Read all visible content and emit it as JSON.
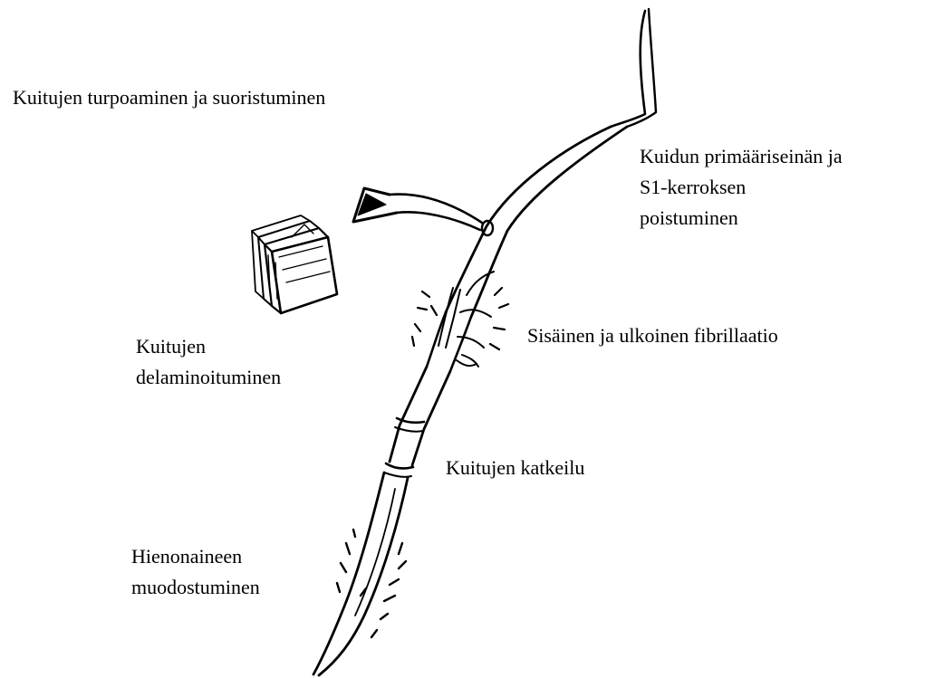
{
  "labels": {
    "swelling": "Kuitujen turpoaminen ja suoristuminen",
    "primary_wall": [
      "Kuidun primääriseinän ja",
      "S1-kerroksen",
      "poistuminen"
    ],
    "delamination": [
      "Kuitujen",
      "delaminoituminen"
    ],
    "fibrillation": "Sisäinen ja ulkoinen fibrillaatio",
    "cutting": "Kuitujen katkeilu",
    "fines": [
      "Hienonaineen",
      "muodostuminen"
    ]
  },
  "colors": {
    "ink": "#000000",
    "background": "#ffffff"
  }
}
